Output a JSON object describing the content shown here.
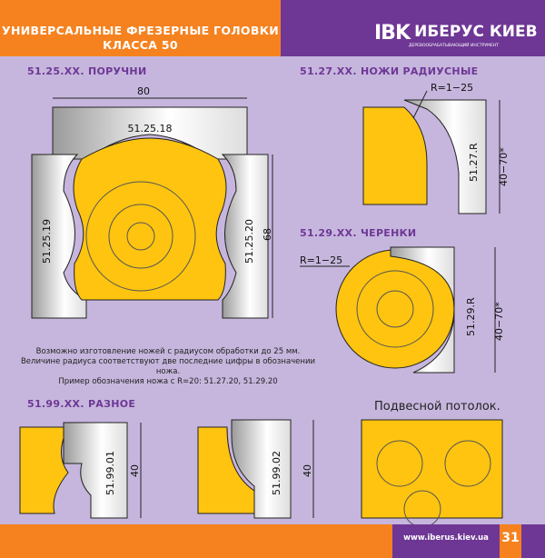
{
  "header": {
    "title_line1": "УНИВЕРСАЛЬНЫЕ ФРЕЗЕРНЫЕ ГОЛОВКИ",
    "title_line2": "КЛАССА 50",
    "logo_mark": "IBK",
    "logo_name": "ИБЕРУС КИЕВ",
    "logo_tagline": "ДЕРЕВООБРАБАТЫВАЮЩИЙ ИНСТРУМЕНТ"
  },
  "sections": {
    "handrails": {
      "title": "51.25.XX.  ПОРУЧНИ",
      "width_dim": "80",
      "top_knife": "51.25.18",
      "left_knife": "51.25.19",
      "right_knife": "51.25.20",
      "height_dim": "68"
    },
    "radius_knives": {
      "title": "51.27.XX.  НОЖИ РАДИУСНЫЕ",
      "radius": "R=1−25",
      "knife": "51.27.R",
      "height_dim": "40−70*"
    },
    "shanks": {
      "title": "51.29.XX.  ЧЕРЕНКИ",
      "radius": "R=1−25",
      "knife": "51.29.R",
      "height_dim": "40−70*"
    },
    "misc": {
      "title": "51.99.XX.  РАЗНОЕ",
      "knife1": "51.99.01",
      "dim1": "40",
      "knife2": "51.99.02",
      "dim2": "40"
    },
    "ceiling": {
      "title": "Подвесной потолок."
    }
  },
  "note": {
    "line1": "Возможно изготовление ножей с радиусом обработки до 25 мм.",
    "line2": "Величине радиуса соответствуют две последние цифры в обозначении ножа.",
    "line3": "Пример обозначения ножа с R=20: 51.27.20, 51.29.20"
  },
  "footer": {
    "url": "www.iberus.kiev.ua",
    "page": "31"
  }
}
